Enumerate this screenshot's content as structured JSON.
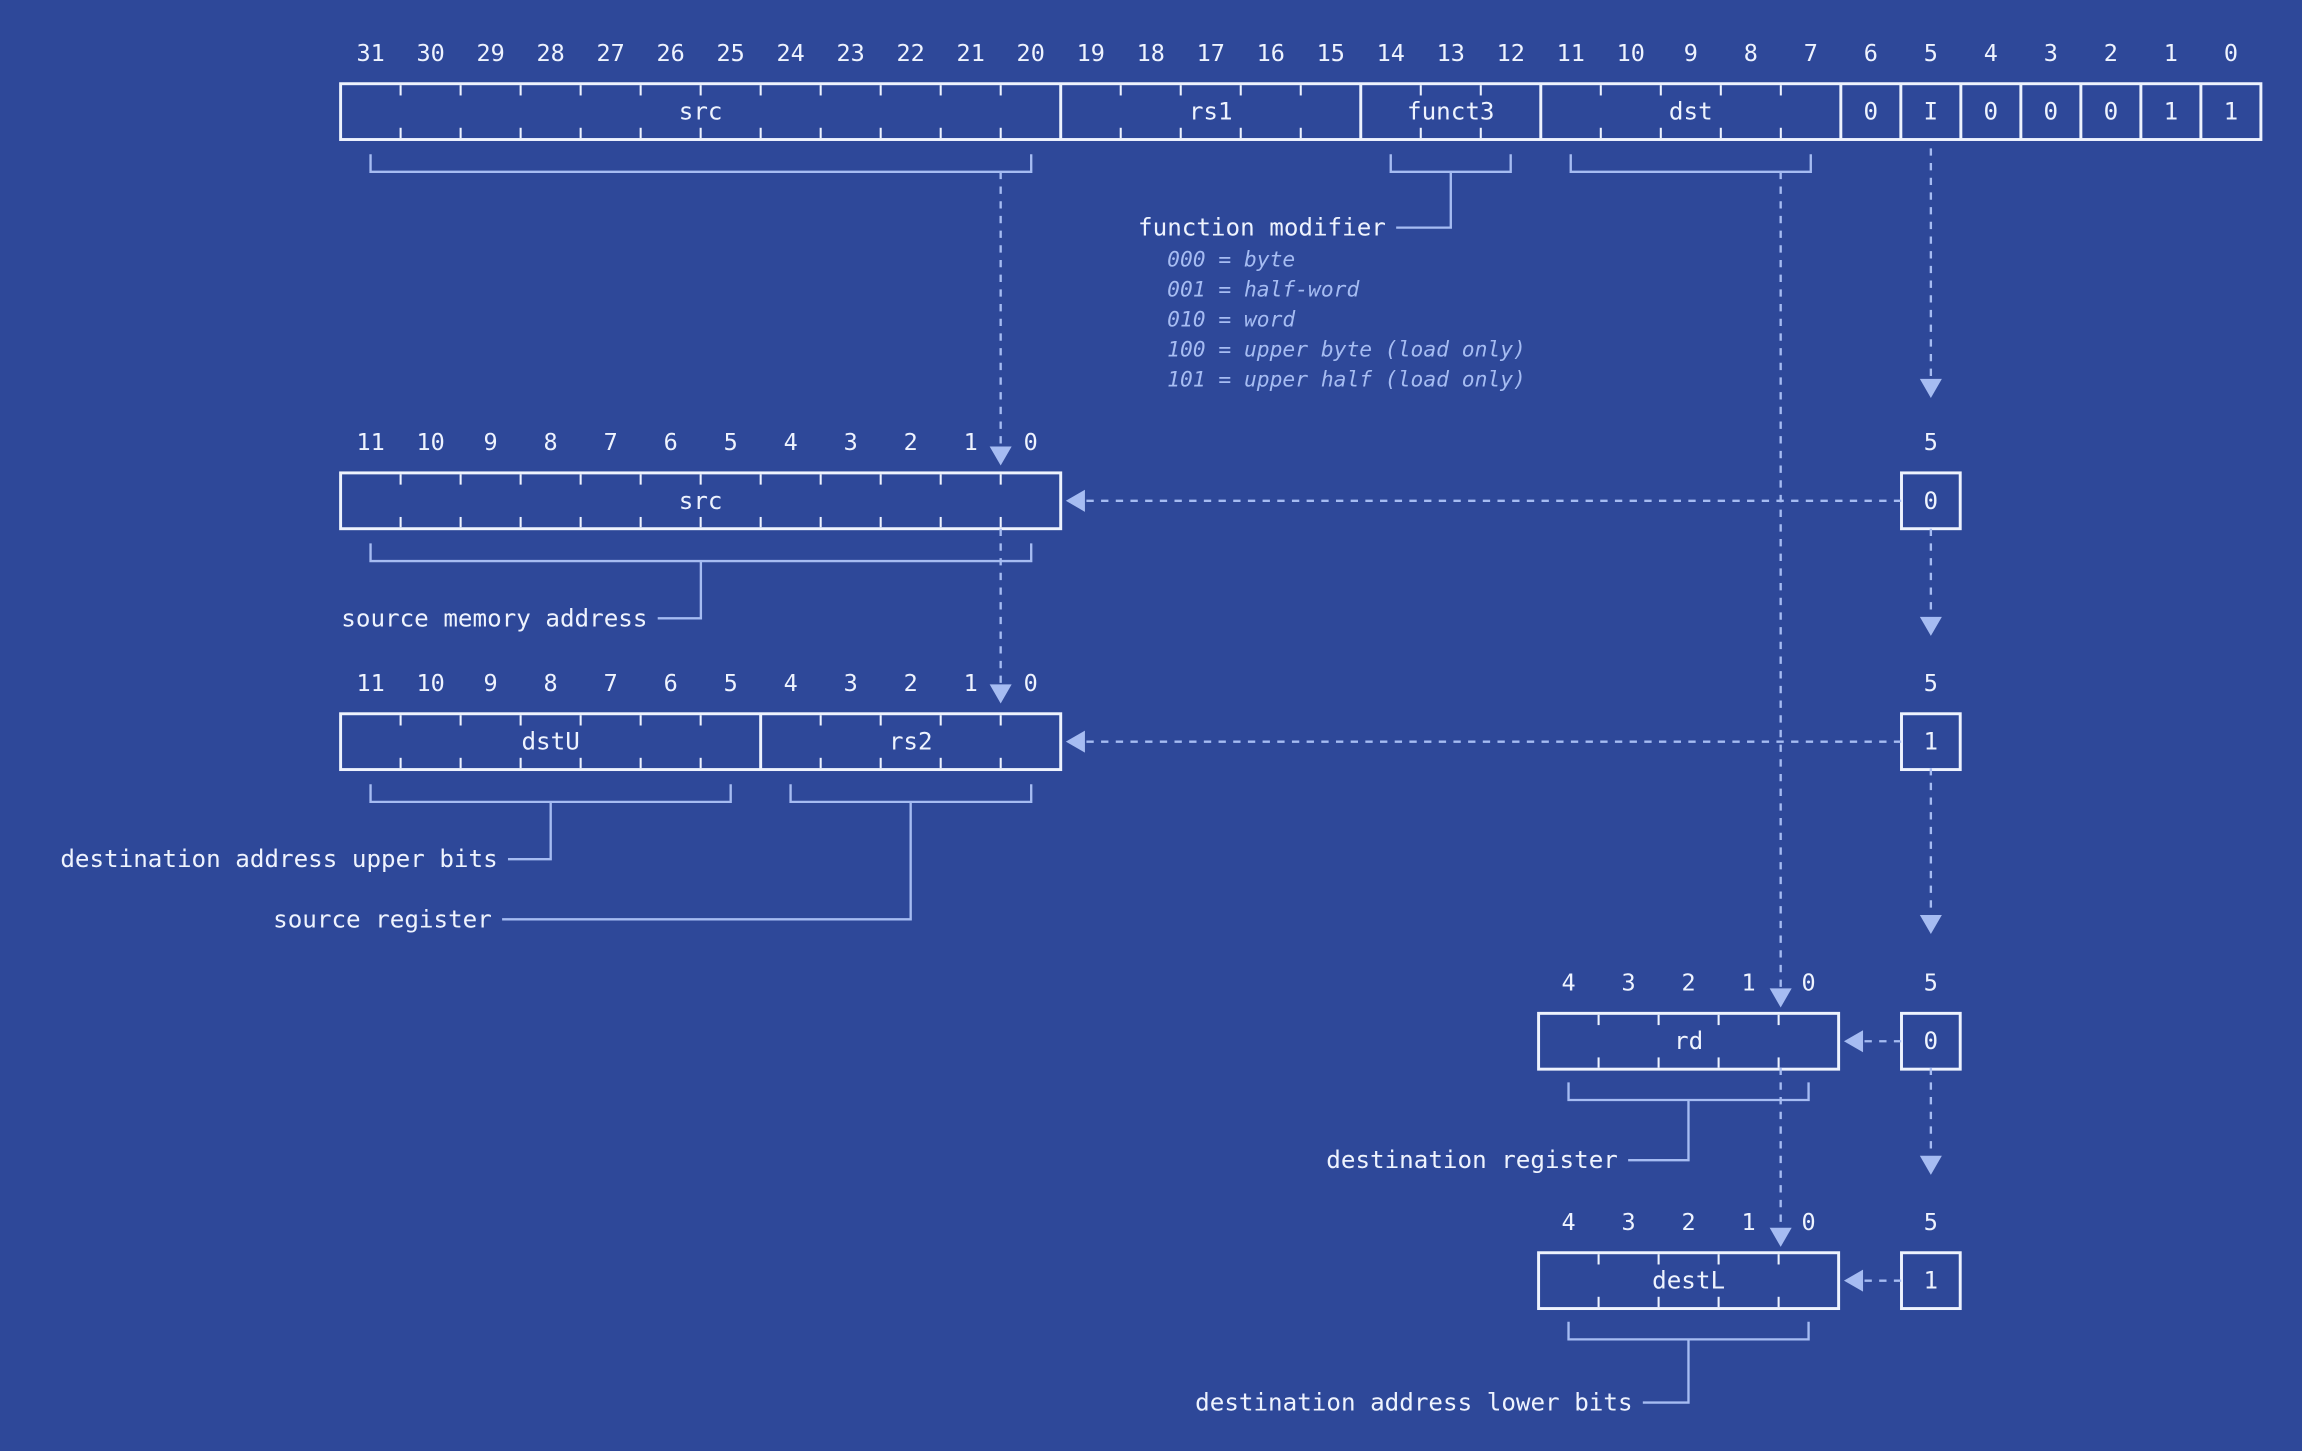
{
  "colors": {
    "background": "#2e4899",
    "primary": "#eef3fe",
    "secondary": "#a6bcf2"
  },
  "registers": [
    {
      "id": "instruction",
      "bit_numbers": [
        "31",
        "30",
        "29",
        "28",
        "27",
        "26",
        "25",
        "24",
        "23",
        "22",
        "21",
        "20",
        "19",
        "18",
        "17",
        "16",
        "15",
        "14",
        "13",
        "12",
        "11",
        "10",
        "9",
        "8",
        "7",
        "6",
        "5",
        "4",
        "3",
        "2",
        "1",
        "0"
      ],
      "fields": [
        {
          "label": "src",
          "bits": 12
        },
        {
          "label": "rs1",
          "bits": 5
        },
        {
          "label": "funct3",
          "bits": 3
        },
        {
          "label": "dst",
          "bits": 5
        },
        {
          "label": "0",
          "bits": 1
        },
        {
          "label": "I",
          "bits": 1
        },
        {
          "label": "0",
          "bits": 1
        },
        {
          "label": "0",
          "bits": 1
        },
        {
          "label": "0",
          "bits": 1
        },
        {
          "label": "1",
          "bits": 1
        },
        {
          "label": "1",
          "bits": 1
        }
      ]
    },
    {
      "id": "src-address",
      "bit_numbers": [
        "11",
        "10",
        "9",
        "8",
        "7",
        "6",
        "5",
        "4",
        "3",
        "2",
        "1",
        "0"
      ],
      "fields": [
        {
          "label": "src",
          "bits": 12
        }
      ]
    },
    {
      "id": "dstu-rs2",
      "bit_numbers": [
        "11",
        "10",
        "9",
        "8",
        "7",
        "6",
        "5",
        "4",
        "3",
        "2",
        "1",
        "0"
      ],
      "fields": [
        {
          "label": "dstU",
          "bits": 7
        },
        {
          "label": "rs2",
          "bits": 5
        }
      ]
    },
    {
      "id": "rd",
      "bit_numbers": [
        "4",
        "3",
        "2",
        "1",
        "0"
      ],
      "fields": [
        {
          "label": "rd",
          "bits": 5
        }
      ]
    },
    {
      "id": "destl",
      "bit_numbers": [
        "4",
        "3",
        "2",
        "1",
        "0"
      ],
      "fields": [
        {
          "label": "destL",
          "bits": 5
        }
      ]
    }
  ],
  "selector_boxes": [
    {
      "bit_label": "5",
      "value": "0"
    },
    {
      "bit_label": "5",
      "value": "1"
    },
    {
      "bit_label": "5",
      "value": "0"
    },
    {
      "bit_label": "5",
      "value": "1"
    }
  ],
  "function_modifier": {
    "title": "function modifier",
    "options": [
      "000 = byte",
      "001 = half-word",
      "010 = word",
      "100 = upper byte (load only)",
      "101 = upper half (load only)"
    ]
  },
  "annotations": [
    {
      "id": "source-memory-address",
      "text": "source memory address"
    },
    {
      "id": "destination-address-upper-bits",
      "text": "destination address upper bits"
    },
    {
      "id": "source-register",
      "text": "source register"
    },
    {
      "id": "destination-register",
      "text": "destination register"
    },
    {
      "id": "destination-address-lower-bits",
      "text": "destination address lower bits"
    }
  ]
}
